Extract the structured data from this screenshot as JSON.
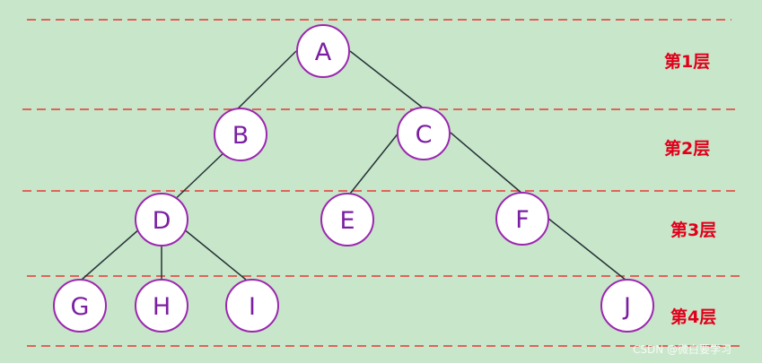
{
  "colors": {
    "background": "#c8e6c9",
    "divider": "#e53935",
    "node_border": "#9c27b0",
    "node_fill": "#ffffff",
    "node_text": "#7b1fa2",
    "edge": "#263238",
    "level_label": "#e0001b"
  },
  "tree": {
    "nodes": {
      "a": "A",
      "b": "B",
      "c": "C",
      "d": "D",
      "e": "E",
      "f": "F",
      "g": "G",
      "h": "H",
      "i": "I",
      "j": "J"
    },
    "edges": [
      [
        "A",
        "B"
      ],
      [
        "A",
        "C"
      ],
      [
        "B",
        "D"
      ],
      [
        "C",
        "E"
      ],
      [
        "C",
        "F"
      ],
      [
        "D",
        "G"
      ],
      [
        "D",
        "H"
      ],
      [
        "D",
        "I"
      ],
      [
        "F",
        "J"
      ]
    ]
  },
  "levels": {
    "l1": "第1层",
    "l2": "第2层",
    "l3": "第3层",
    "l4": "第4层"
  },
  "watermark": "CSDN @微白要学习"
}
